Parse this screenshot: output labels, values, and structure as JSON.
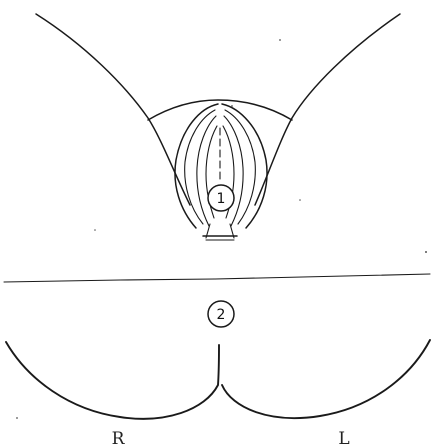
{
  "diagram": {
    "region_markers": [
      {
        "id": "region-1",
        "label": "1"
      },
      {
        "id": "region-2",
        "label": "2"
      }
    ],
    "side_labels": {
      "right": "R",
      "left": "L"
    }
  },
  "colors": {
    "ink": "#1a1a1a",
    "background": "#ffffff"
  }
}
